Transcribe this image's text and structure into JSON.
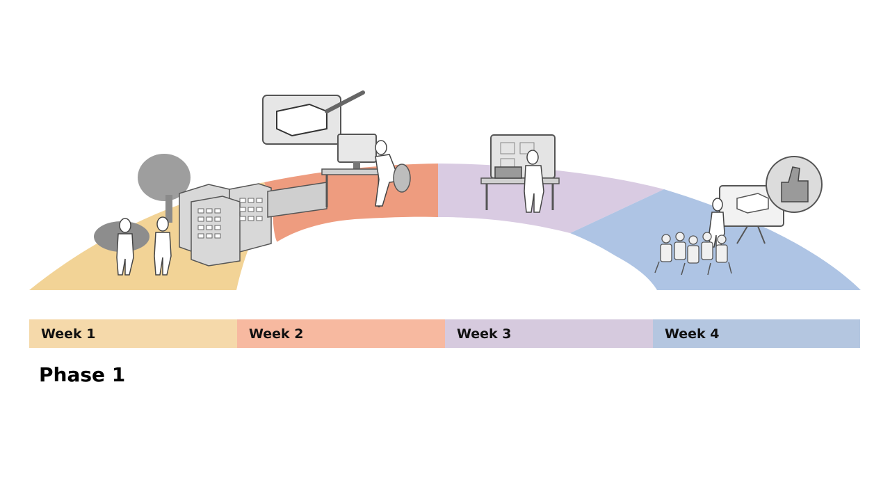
{
  "phase": {
    "title": "Phase 1"
  },
  "weeks": [
    {
      "label": "Week 1",
      "color": "#f5d9aa"
    },
    {
      "label": "Week 2",
      "color": "#f7b9a0"
    },
    {
      "label": "Week 3",
      "color": "#d6cade"
    },
    {
      "label": "Week 4",
      "color": "#b4c6e0"
    }
  ],
  "arc_colors": [
    "#f2d396",
    "#ee9c7f",
    "#d9cbe2",
    "#aec4e4"
  ],
  "illustrations": [
    "site-visit-illustration",
    "design-illustration",
    "prototyping-illustration",
    "presentation-illustration"
  ]
}
